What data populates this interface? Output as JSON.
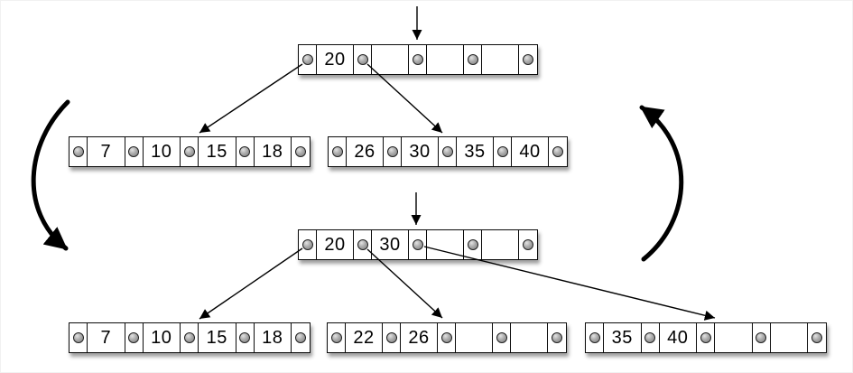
{
  "diagram_type": "btree-insert-split",
  "colors": {
    "node_border": "#0b0b0b",
    "pointer_dot": "#9a9a9a",
    "arrow": "#000000",
    "background": "#ffffff"
  },
  "nodes": {
    "top_root": {
      "keys": [
        "20",
        "",
        "",
        ""
      ]
    },
    "top_left": {
      "keys": [
        "7",
        "10",
        "15",
        "18"
      ]
    },
    "top_right": {
      "keys": [
        "26",
        "30",
        "35",
        "40"
      ]
    },
    "bottom_root": {
      "keys": [
        "20",
        "30",
        "",
        ""
      ]
    },
    "bottom_left": {
      "keys": [
        "7",
        "10",
        "15",
        "18"
      ]
    },
    "bottom_middle": {
      "keys": [
        "22",
        "26",
        "",
        ""
      ]
    },
    "bottom_right": {
      "keys": [
        "35",
        "40",
        "",
        ""
      ]
    }
  }
}
